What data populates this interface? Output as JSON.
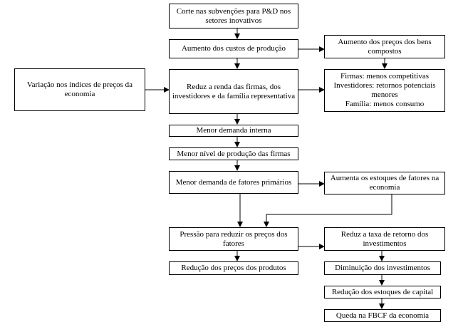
{
  "flowchart": {
    "boxes": {
      "corte": "Corte nas subvenções para P&D nos setores inovativos",
      "aumento_custos": "Aumento dos custos de produção",
      "aumento_precos": "Aumento dos preços dos bens compostos",
      "variacao_indices": "Variação nos índices de preços da economia",
      "reduz_renda": "Reduz a renda das firmas, dos investidores e da família representativa",
      "efeitos_firmas": "Firmas: menos competitivas",
      "efeitos_investidores": "Investidores: retornos potenciais menores",
      "efeitos_familia": "Família: menos consumo",
      "menor_demanda_interna": "Menor demanda interna",
      "menor_nivel_producao": "Menor nível de produção das firmas",
      "menor_demanda_fatores": "Menor demanda de fatores primários",
      "aumenta_estoques": "Aumenta os estoques de fatores na economia",
      "pressao_reduzir": "Pressão para reduzir os preços dos fatores",
      "reduz_taxa_retorno": "Reduz a taxa de retorno dos investimentos",
      "reducao_precos_produtos": "Redução dos preços dos produtos",
      "diminuicao_investimentos": "Diminuição dos investimentos",
      "reducao_estoques_capital": "Redução dos estoques de capital",
      "queda_fbcf": "Queda na FBCF da economia"
    }
  }
}
